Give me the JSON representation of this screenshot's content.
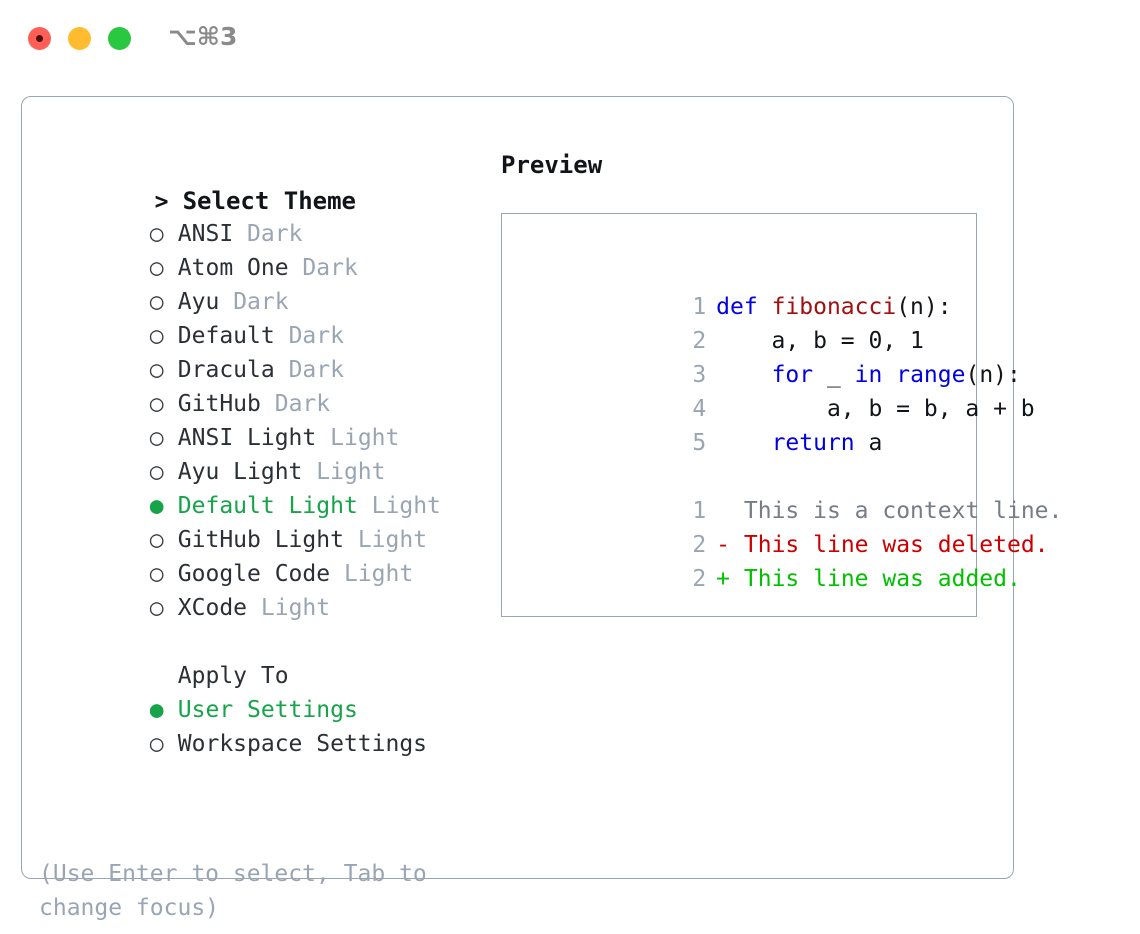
{
  "window": {
    "title": "⌥⌘3",
    "traffic_lights": [
      "close",
      "minimize",
      "maximize"
    ],
    "colors": {
      "close": "#ff5f57",
      "minimize": "#febc2e",
      "maximize": "#28c840",
      "accent_green": "#16a34a",
      "tag_gray": "#9aa5b4",
      "keyword_blue": "#0000e0",
      "function_red": "#a01010",
      "diff_delete_red": "#cc0000",
      "diff_add_green": "#00c000",
      "border": "#9aa5b4"
    }
  },
  "theme_picker": {
    "header": {
      "prefix": ">",
      "title": "Select Theme"
    },
    "items": [
      {
        "bullet": "○",
        "selected": false,
        "name": "ANSI",
        "tag": "Dark"
      },
      {
        "bullet": "○",
        "selected": false,
        "name": "Atom One",
        "tag": "Dark"
      },
      {
        "bullet": "○",
        "selected": false,
        "name": "Ayu",
        "tag": "Dark"
      },
      {
        "bullet": "○",
        "selected": false,
        "name": "Default",
        "tag": "Dark"
      },
      {
        "bullet": "○",
        "selected": false,
        "name": "Dracula",
        "tag": "Dark"
      },
      {
        "bullet": "○",
        "selected": false,
        "name": "GitHub",
        "tag": "Dark"
      },
      {
        "bullet": "○",
        "selected": false,
        "name": "ANSI Light",
        "tag": "Light"
      },
      {
        "bullet": "○",
        "selected": false,
        "name": "Ayu Light",
        "tag": "Light"
      },
      {
        "bullet": "●",
        "selected": true,
        "name": "Default Light",
        "tag": "Light"
      },
      {
        "bullet": "○",
        "selected": false,
        "name": "GitHub Light",
        "tag": "Light"
      },
      {
        "bullet": "○",
        "selected": false,
        "name": "Google Code",
        "tag": "Light"
      },
      {
        "bullet": "○",
        "selected": false,
        "name": "XCode",
        "tag": "Light"
      }
    ],
    "apply_to": {
      "title": "Apply To",
      "options": [
        {
          "bullet": "●",
          "selected": true,
          "name": "User Settings"
        },
        {
          "bullet": "○",
          "selected": false,
          "name": "Workspace Settings"
        }
      ]
    },
    "hint": "(Use Enter to select, Tab to change focus)"
  },
  "preview": {
    "title": "Preview",
    "code_lines": [
      {
        "no": "1",
        "tokens": [
          {
            "t": "def ",
            "c": "kw"
          },
          {
            "t": "fibonacci",
            "c": "fn"
          },
          {
            "t": "(n):",
            "c": "txt"
          }
        ]
      },
      {
        "no": "2",
        "tokens": [
          {
            "t": "    a, b = 0, 1",
            "c": "txt"
          }
        ]
      },
      {
        "no": "3",
        "tokens": [
          {
            "t": "    ",
            "c": "txt"
          },
          {
            "t": "for",
            "c": "kw"
          },
          {
            "t": " _ ",
            "c": "txt"
          },
          {
            "t": "in",
            "c": "kw"
          },
          {
            "t": " ",
            "c": "txt"
          },
          {
            "t": "range",
            "c": "kw"
          },
          {
            "t": "(n):",
            "c": "txt"
          }
        ]
      },
      {
        "no": "4",
        "tokens": [
          {
            "t": "        a, b = b, a + b",
            "c": "txt"
          }
        ]
      },
      {
        "no": "5",
        "tokens": [
          {
            "t": "    ",
            "c": "txt"
          },
          {
            "t": "return",
            "c": "kw"
          },
          {
            "t": " a",
            "c": "txt"
          }
        ]
      }
    ],
    "diff_lines": [
      {
        "no": "1",
        "marker": " ",
        "text": "This is a context line.",
        "kind": "ctx"
      },
      {
        "no": "2",
        "marker": "-",
        "text": "This line was deleted.",
        "kind": "del"
      },
      {
        "no": "2",
        "marker": "+",
        "text": "This line was added.",
        "kind": "add"
      }
    ]
  }
}
